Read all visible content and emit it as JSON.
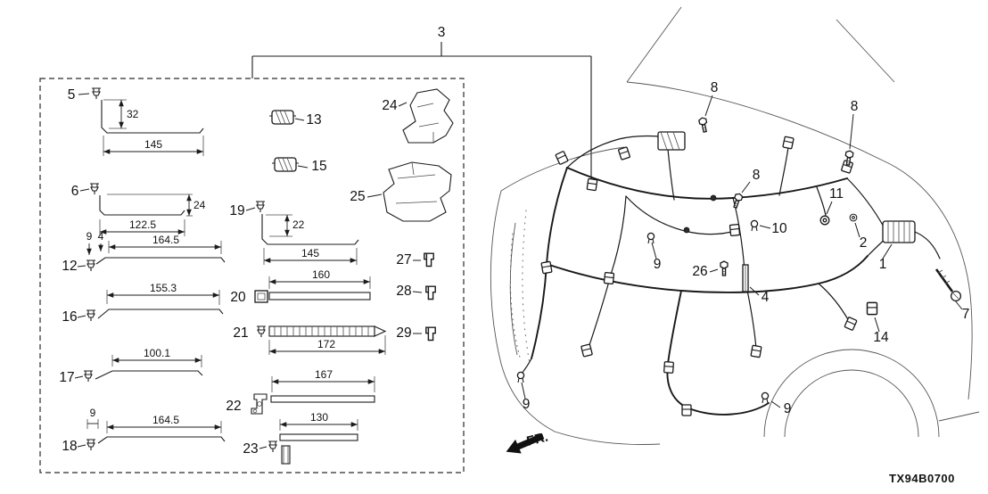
{
  "diagram": {
    "main_callout": "3",
    "code": "TX94B0700",
    "fr_label": "FR."
  },
  "inset_parts": {
    "p5": {
      "label": "5",
      "dim_vertical": "32",
      "dim_horizontal": "145"
    },
    "p6": {
      "label": "6",
      "dim_vertical": "24",
      "dim_horizontal": "122.5"
    },
    "p12": {
      "label": "12",
      "dim_offset_a": "9",
      "dim_offset_b": "4",
      "dim_horizontal": "164.5"
    },
    "p13": {
      "label": "13"
    },
    "p15": {
      "label": "15"
    },
    "p16": {
      "label": "16",
      "dim_horizontal": "155.3"
    },
    "p17": {
      "label": "17",
      "dim_horizontal": "100.1"
    },
    "p18": {
      "label": "18",
      "dim_offset_a": "9",
      "dim_horizontal": "164.5"
    },
    "p19": {
      "label": "19",
      "dim_vertical": "22",
      "dim_horizontal": "145"
    },
    "p20": {
      "label": "20",
      "dim_horizontal": "160"
    },
    "p21": {
      "label": "21",
      "dim_horizontal": "172"
    },
    "p22": {
      "label": "22",
      "dim_horizontal": "167"
    },
    "p23": {
      "label": "23",
      "dim_horizontal": "130"
    },
    "p24": {
      "label": "24"
    },
    "p25": {
      "label": "25"
    },
    "p27": {
      "label": "27"
    },
    "p28": {
      "label": "28"
    },
    "p29": {
      "label": "29"
    }
  },
  "harness_callouts": {
    "c8a": {
      "label": "8"
    },
    "c8b": {
      "label": "8"
    },
    "c8c": {
      "label": "8"
    },
    "c11": {
      "label": "11"
    },
    "c2": {
      "label": "2"
    },
    "c10": {
      "label": "10"
    },
    "c9a": {
      "label": "9"
    },
    "c26": {
      "label": "26"
    },
    "c1": {
      "label": "1"
    },
    "c4": {
      "label": "4"
    },
    "c14": {
      "label": "14"
    },
    "c7": {
      "label": "7"
    },
    "c9b": {
      "label": "9"
    },
    "c9c": {
      "label": "9"
    }
  }
}
